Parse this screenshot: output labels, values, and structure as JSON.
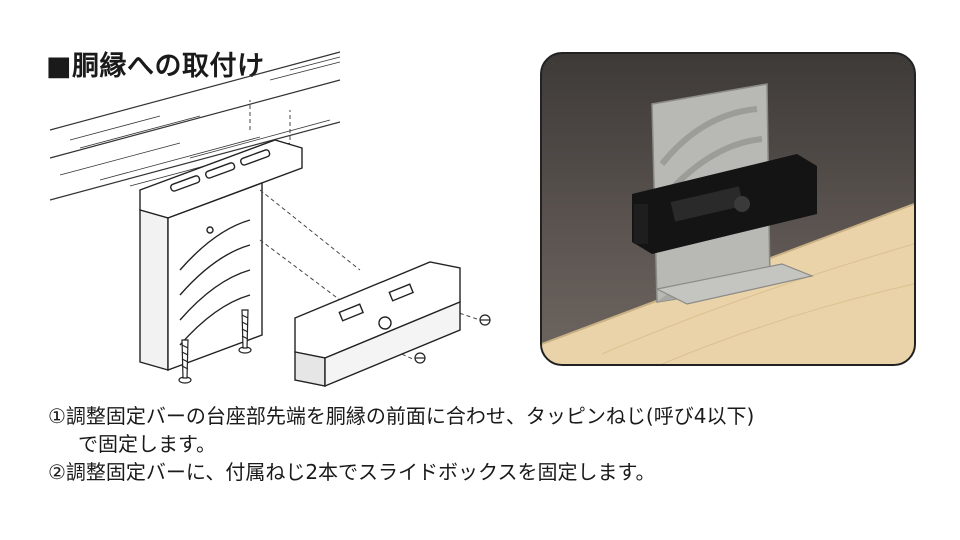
{
  "heading": {
    "title": "■胴縁への取付け"
  },
  "steps": {
    "step1_line1": "①調整固定バーの台座部先端を胴縁の前面に合わせ、タッピンねじ(呼び4以下)",
    "step1_line2": "で固定します。",
    "step2_line1": "②調整固定バーに、付属ねじ2本でスライドボックスを固定します。"
  },
  "colors": {
    "text": "#1a1a1a",
    "photo_border": "#222222",
    "wood": "#ead3a8",
    "metal": "#b8b8b4",
    "box": "#141414"
  },
  "icons": [
    "screw-icon",
    "bracket-illustration",
    "slide-box-illustration"
  ]
}
